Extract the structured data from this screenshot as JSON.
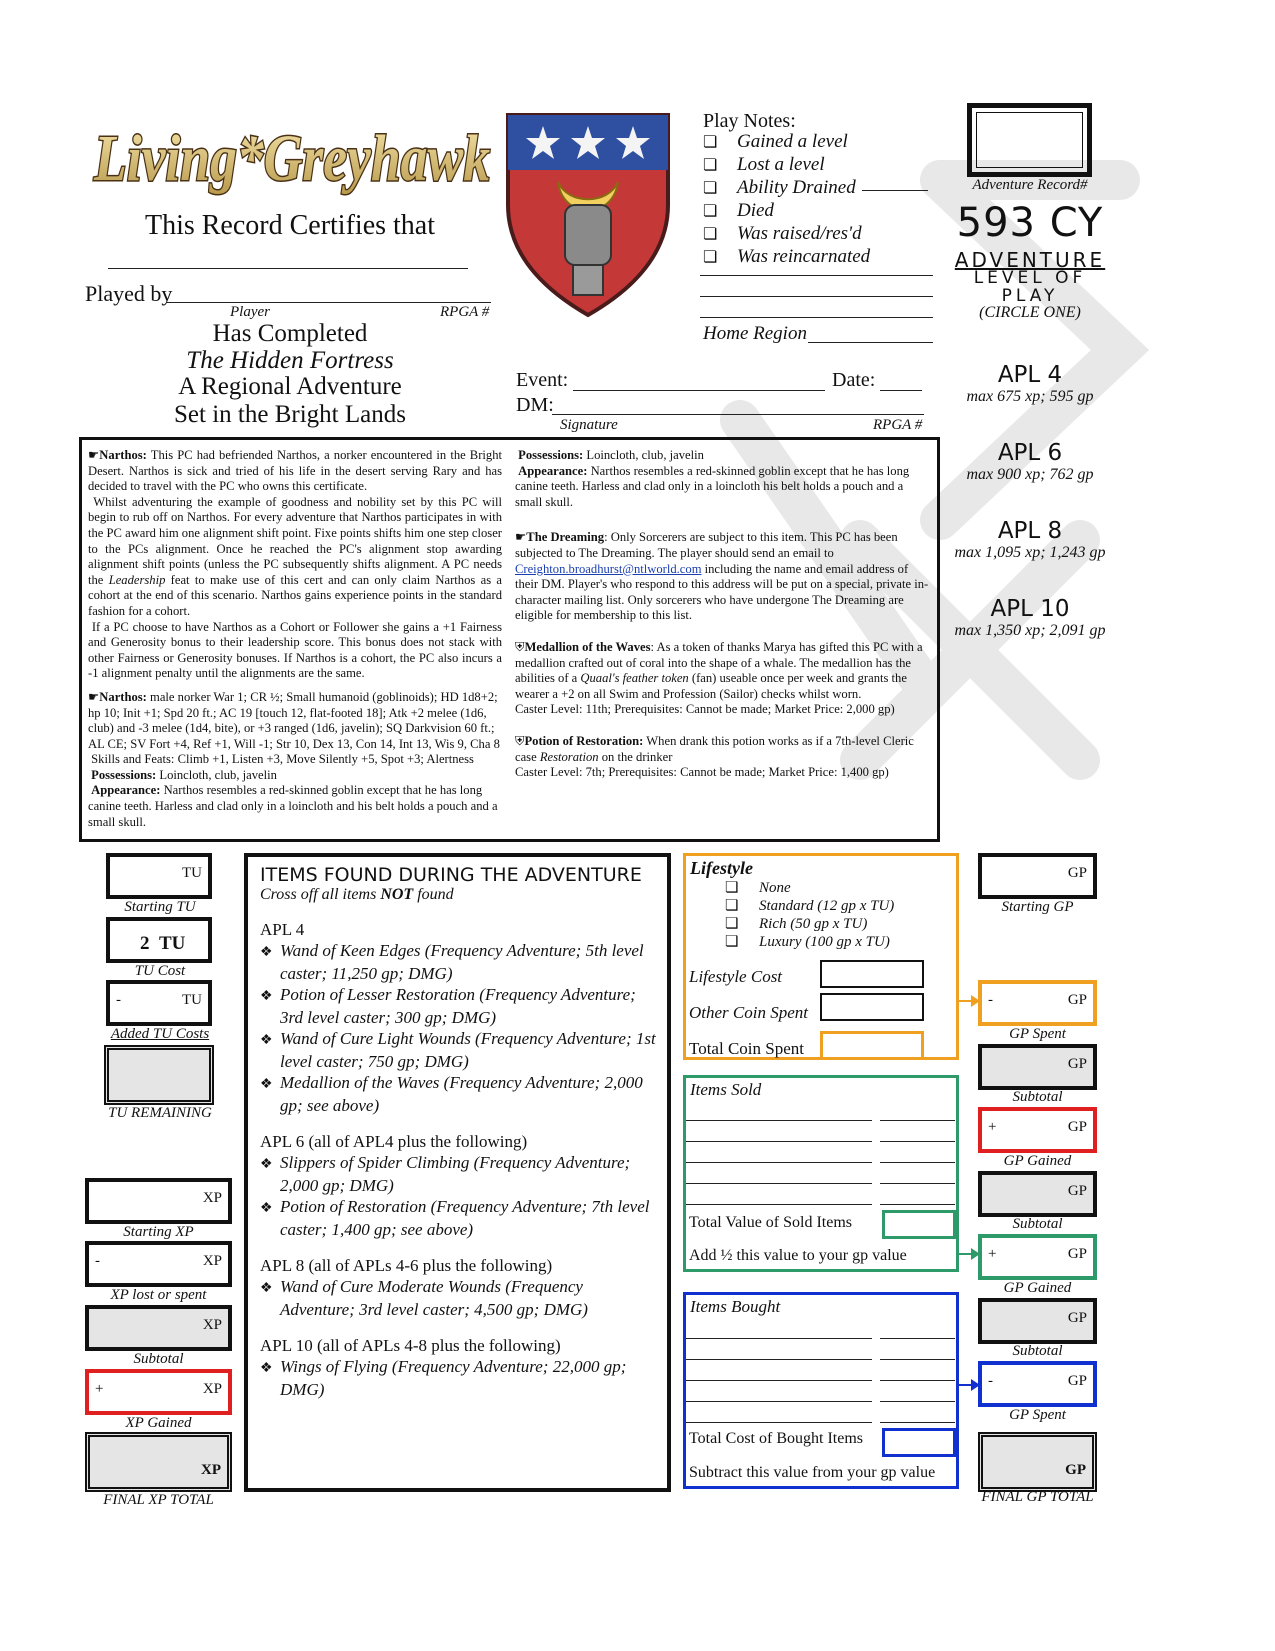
{
  "logo": {
    "text": "Living Greyhawk"
  },
  "header": {
    "certifies": "This Record Certifies that",
    "played_by": "Played by",
    "player_label": "Player",
    "rpga_label": "RPGA #",
    "has_completed": "Has Completed",
    "adventure_title": "The Hidden Fortress",
    "adventure_type": "A Regional Adventure",
    "setting": "Set in the Bright Lands",
    "event_label": "Event:",
    "date_label": "Date:",
    "dm_label": "DM:",
    "signature_label": "Signature",
    "dm_rpga_label": "RPGA #"
  },
  "play_notes": {
    "title": "Play Notes:",
    "items": [
      "Gained a level",
      "Lost a level",
      "Ability Drained",
      "Died",
      "Was raised/res'd",
      "Was reincarnated"
    ],
    "home_region": "Home Region"
  },
  "right_header": {
    "adventure_record": "Adventure Record#",
    "year": "593 CY",
    "adventure": "ADVENTURE",
    "level_of": "LEVEL OF",
    "play": "PLAY",
    "circle_one": "(CIRCLE ONE)"
  },
  "apl_levels": [
    {
      "label": "APL 4",
      "max": "max 675 xp; 595 gp"
    },
    {
      "label": "APL 6",
      "max": "max 900 xp; 762 gp"
    },
    {
      "label": "APL 8",
      "max": "max 1,095 xp; 1,243 gp"
    },
    {
      "label": "APL 10",
      "max": "max 1,350 xp; 2,091 gp"
    }
  ],
  "cert_text": {
    "narthos_title": "Narthos:",
    "narthos_p1": " This PC had befriended Narthos, a norker encountered in the Bright Desert. Narthos is sick and tried of his life in the desert serving Rary and has decided to travel with the PC who owns this certificate.",
    "narthos_p2": "Whilst adventuring the example of goodness and nobility set by this PC will begin to rub off on Narthos. For every adventure that Narthos participates in with the PC award him one alignment shift point. Fixe points shifts him one step closer to the PCs alignment. Once he reached the PC's alignment stop awarding alignment shift points (unless the PC subsequently shifts alignment. A PC needs the ",
    "leadership": "Leadership",
    "narthos_p2b": " feat to make use of this cert and can only claim Narthos as a cohort at the end of this scenario. Narthos gains experience points in the standard fashion for a cohort.",
    "narthos_p3": "If a PC choose to have Narthos as a Cohort or Follower she gains a +1 Fairness and Generosity bonus to their leadership score. This bonus does not stack with other Fairness or Generosity bonuses. If Narthos is a cohort, the PC also incurs a -1 alignment penalty until the alignments are the same.",
    "stat_title": "Narthos:",
    "stat_block": " male norker War 1; CR ½; Small humanoid (goblinoids); HD 1d8+2; hp 10; Init +1; Spd 20 ft.; AC 19 [touch 12, flat-footed 18]; Atk +2 melee (1d6, club) and -3 melee (1d4, bite), or +3 ranged (1d6, javelin); SQ Darkvision 60 ft.; AL CE; SV Fort +4, Ref +1, Will -1; Str 10, Dex 13, Con 14, Int 13, Wis 9, Cha 8",
    "skills": "Skills and Feats: Climb +1, Listen +3, Move Silently +5, Spot +3; Alertness",
    "poss_label": "Possessions:",
    "poss_text": " Loincloth, club, javelin",
    "app_label": "Appearance:",
    "app_text": " Narthos resembles a red-skinned goblin except that he has long canine teeth. Harless and clad only in a loincloth and his belt holds a pouch and a small skull.",
    "poss2_label": "Possessions:",
    "poss2_text": " Loincloth, club, javelin",
    "app2_label": "Appearance:",
    "app2_text": " Narthos resembles a red-skinned goblin except that he has long canine teeth. Harless and clad only in a loincloth his belt holds a pouch and a small skull.",
    "dream_label": "The Dreaming",
    "dream_text1": ": Only Sorcerers are subject to this item. This PC has been subjected to The Dreaming. The player should send an email to ",
    "dream_email": "Creighton.broadhurst@ntlworld.com",
    "dream_text2": " including the name and email address of their DM. Player's who respond to this address will be put on a special, private in-character mailing list. Only sorcerers who have undergone The Dreaming are eligible for membership to this list.",
    "medal_label": "Medallion of the Waves",
    "medal_text1": ": As a token of thanks Marya has gifted this PC with a medallion crafted out of coral into the shape of a whale. The medallion has the abilities of a ",
    "medal_item": "Quaal's feather token",
    "medal_text2": " (fan) useable once per week and grants the wearer a +2 on all Swim and Profession (Sailor) checks whilst worn.",
    "medal_caster": "Caster Level: 11th; Prerequisites: Cannot be made; Market Price: 2,000 gp)",
    "potion_label": "Potion of Restoration:",
    "potion_text1": " When drank this potion works as if a 7th-level Cleric case ",
    "potion_item": "Restoration",
    "potion_text2": " on the drinker",
    "potion_caster": "Caster Level: 7th; Prerequisites:  Cannot be made; Market Price: 1,400 gp)"
  },
  "tu": {
    "starting_unit": "TU",
    "starting_label": "Starting TU",
    "cost_value": "2",
    "cost_unit": "TU",
    "cost_label": "TU Cost",
    "added_sign": "-",
    "added_unit": "TU",
    "added_label": "Added TU Costs",
    "remaining_label": "TU REMAINING"
  },
  "xp": {
    "starting_unit": "XP",
    "starting_label": "Starting XP",
    "lost_sign": "-",
    "lost_unit": "XP",
    "lost_label": "XP lost or spent",
    "subtotal_unit": "XP",
    "subtotal_label": "Subtotal",
    "gained_sign": "+",
    "gained_unit": "XP",
    "gained_label": "XP Gained",
    "final_unit": "XP",
    "final_label": "FINAL XP TOTAL"
  },
  "items_found": {
    "title": "ITEMS FOUND DURING THE ADVENTURE",
    "subtitle_a": "Cross off all items ",
    "subtitle_b": "NOT",
    "subtitle_c": " found",
    "groups": [
      {
        "apl": "APL 4",
        "note": "",
        "items": [
          "Wand of Keen Edges (Frequency Adventure; 5th level caster;  11,250 gp; DMG)",
          "Potion of Lesser Restoration (Frequency Adventure; 3rd level caster; 300 gp; DMG)",
          "Wand of Cure Light Wounds (Frequency Adventure; 1st level caster; 750 gp; DMG)",
          "Medallion of the Waves (Frequency Adventure; 2,000 gp; see above)"
        ]
      },
      {
        "apl": "APL 6",
        "note": " (all of APL4 plus the following)",
        "items": [
          "Slippers of Spider Climbing (Frequency Adventure; 2,000 gp; DMG)",
          "Potion of Restoration (Frequency Adventure; 7th level caster; 1,400 gp;  see above)"
        ]
      },
      {
        "apl": "APL 8",
        "note": " (all of APLs 4-6 plus the following)",
        "items": [
          "Wand of Cure Moderate Wounds (Frequency Adventure; 3rd level caster; 4,500 gp; DMG)"
        ]
      },
      {
        "apl": "APL 10",
        "note": " (all of APLs 4-8 plus the following)",
        "items": [
          "Wings of Flying (Frequency Adventure; 22,000 gp; DMG)"
        ]
      }
    ]
  },
  "lifestyle": {
    "title": "Lifestyle",
    "options": [
      "None",
      "Standard (12 gp x TU)",
      "Rich (50 gp x TU)",
      "Luxury (100 gp x TU)"
    ],
    "cost_label": "Lifestyle Cost",
    "other_label": "Other Coin Spent",
    "total_label": "Total Coin Spent",
    "color": "#f0a020"
  },
  "items_sold": {
    "title": "Items Sold",
    "total_label": "Total Value of Sold Items",
    "add_label": "Add ½ this value to your gp value",
    "color": "#2e9a6a"
  },
  "items_bought": {
    "title": "Items Bought",
    "total_label": "Total Cost of Bought Items",
    "subtract_label": "Subtract this value from your gp value",
    "color": "#1030d0"
  },
  "gp": {
    "starting_unit": "GP",
    "starting_label": "Starting GP",
    "spent_sign": "-",
    "spent_unit": "GP",
    "spent_label": "GP Spent",
    "sub1_unit": "GP",
    "sub1_label": "Subtotal",
    "gained_sign": "+",
    "gained_unit": "GP",
    "gained_label": "GP Gained",
    "sub2_unit": "GP",
    "sub2_label": "Subtotal",
    "gained2_sign": "+",
    "gained2_unit": "GP",
    "gained2_label": "GP Gained",
    "sub3_unit": "GP",
    "sub3_label": "Subtotal",
    "spent2_sign": "-",
    "spent2_unit": "GP",
    "spent2_label": "GP Spent",
    "final_unit": "GP",
    "final_label": "FINAL GP TOTAL"
  },
  "colors": {
    "red": "#e02020",
    "orange": "#f0a020",
    "green": "#2e9a6a",
    "blue": "#1030d0"
  }
}
